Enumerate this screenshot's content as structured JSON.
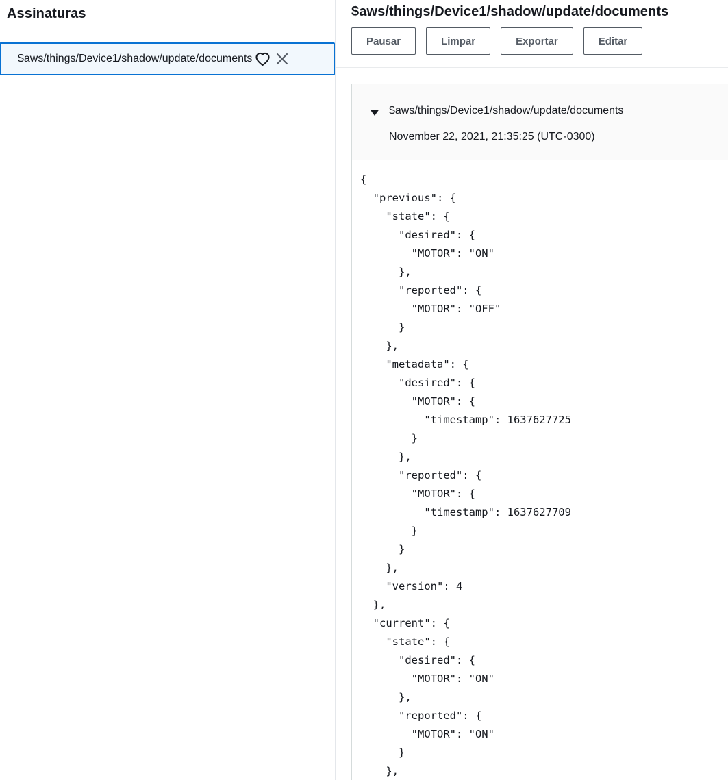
{
  "sidebar": {
    "title": "Assinaturas",
    "subscription": {
      "topic": "$aws/things/Device1/shadow/update/documents",
      "favorite_icon": "heart-outline-icon",
      "remove_icon": "close-x-icon"
    }
  },
  "main": {
    "title": "$aws/things/Device1/shadow/update/documents",
    "buttons": [
      {
        "label": "Pausar"
      },
      {
        "label": "Limpar"
      },
      {
        "label": "Exportar"
      },
      {
        "label": "Editar"
      }
    ],
    "message": {
      "collapse_icon": "triangle-down-icon",
      "topic": "$aws/things/Device1/shadow/update/documents",
      "timestamp": "November 22, 2021, 21:35:25 (UTC-0300)",
      "payload": "{\n  \"previous\": {\n    \"state\": {\n      \"desired\": {\n        \"MOTOR\": \"ON\"\n      },\n      \"reported\": {\n        \"MOTOR\": \"OFF\"\n      }\n    },\n    \"metadata\": {\n      \"desired\": {\n        \"MOTOR\": {\n          \"timestamp\": 1637627725\n        }\n      },\n      \"reported\": {\n        \"MOTOR\": {\n          \"timestamp\": 1637627709\n        }\n      }\n    },\n    \"version\": 4\n  },\n  \"current\": {\n    \"state\": {\n      \"desired\": {\n        \"MOTOR\": \"ON\"\n      },\n      \"reported\": {\n        \"MOTOR\": \"ON\"\n      }\n    },"
    }
  },
  "colors": {
    "accent_blue": "#0972d3",
    "selected_bg": "#f2f8fd",
    "button_gray": "#545b64",
    "text": "#16191f",
    "divider": "#e9ebed",
    "card_border": "#d5dbdb",
    "card_header_bg": "#fafafa"
  }
}
